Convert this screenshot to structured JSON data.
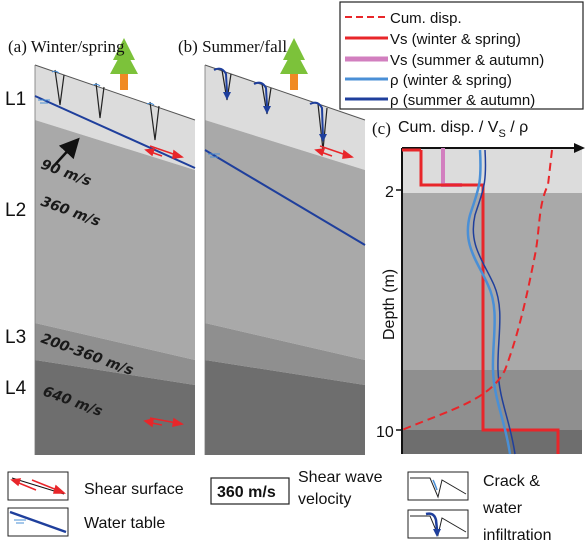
{
  "panels": {
    "a": {
      "label": "(a) Winter/spring"
    },
    "b": {
      "label": "(b) Summer/fall"
    },
    "c": {
      "label": "(c)",
      "axis_title": "Cum. disp. / V",
      "axis_title_sub": "S",
      "axis_title_end": " / ρ"
    }
  },
  "layers": [
    "L1",
    "L2",
    "L3",
    "L4"
  ],
  "velocities": [
    "90 m/s",
    "360 m/s",
    "200-360 m/s",
    "640 m/s"
  ],
  "legend_top": {
    "items": [
      {
        "label": "Cum. disp.",
        "color": "#e8262a",
        "style": "dashed"
      },
      {
        "label": "Vs (winter & spring)",
        "color": "#e8262a",
        "style": "solid"
      },
      {
        "label": "Vs (summer & autumn)",
        "color": "#d27fbf",
        "style": "solid"
      },
      {
        "label": "ρ (winter & spring)",
        "color": "#4a8fd6",
        "style": "solid"
      },
      {
        "label": "ρ (summer & autumn)",
        "color": "#1f3f9c",
        "style": "solid"
      }
    ]
  },
  "chart_data": {
    "type": "line",
    "ylabel": "Depth (m)",
    "yticks": [
      2,
      10
    ],
    "series": [
      {
        "name": "Cum. disp.",
        "style": "dashed",
        "color": "#e8262a"
      },
      {
        "name": "Vs (winter & spring)",
        "color": "#e8262a"
      },
      {
        "name": "Vs (summer & autumn)",
        "color": "#d27fbf"
      },
      {
        "name": "ρ (winter & spring)",
        "color": "#4a8fd6"
      },
      {
        "name": "ρ (summer & autumn)",
        "color": "#1f3f9c"
      }
    ]
  },
  "legend_bottom": {
    "shear_surface": "Shear surface",
    "water_table": "Water table",
    "velocity_box": "360 m/s",
    "shear_wave_1": "Shear wave",
    "shear_wave_2": "velocity",
    "crack_1": "Crack &",
    "crack_2": "water",
    "crack_3": "infiltration"
  },
  "colors": {
    "L1": "#dcdcdc",
    "L2": "#a9a9a9",
    "L3": "#8f8f8f",
    "L4": "#6e6e6e",
    "tree_green": "#7cc23a",
    "trunk": "#f08a24",
    "water": "#1f3f9c",
    "shear": "#e8262a"
  }
}
